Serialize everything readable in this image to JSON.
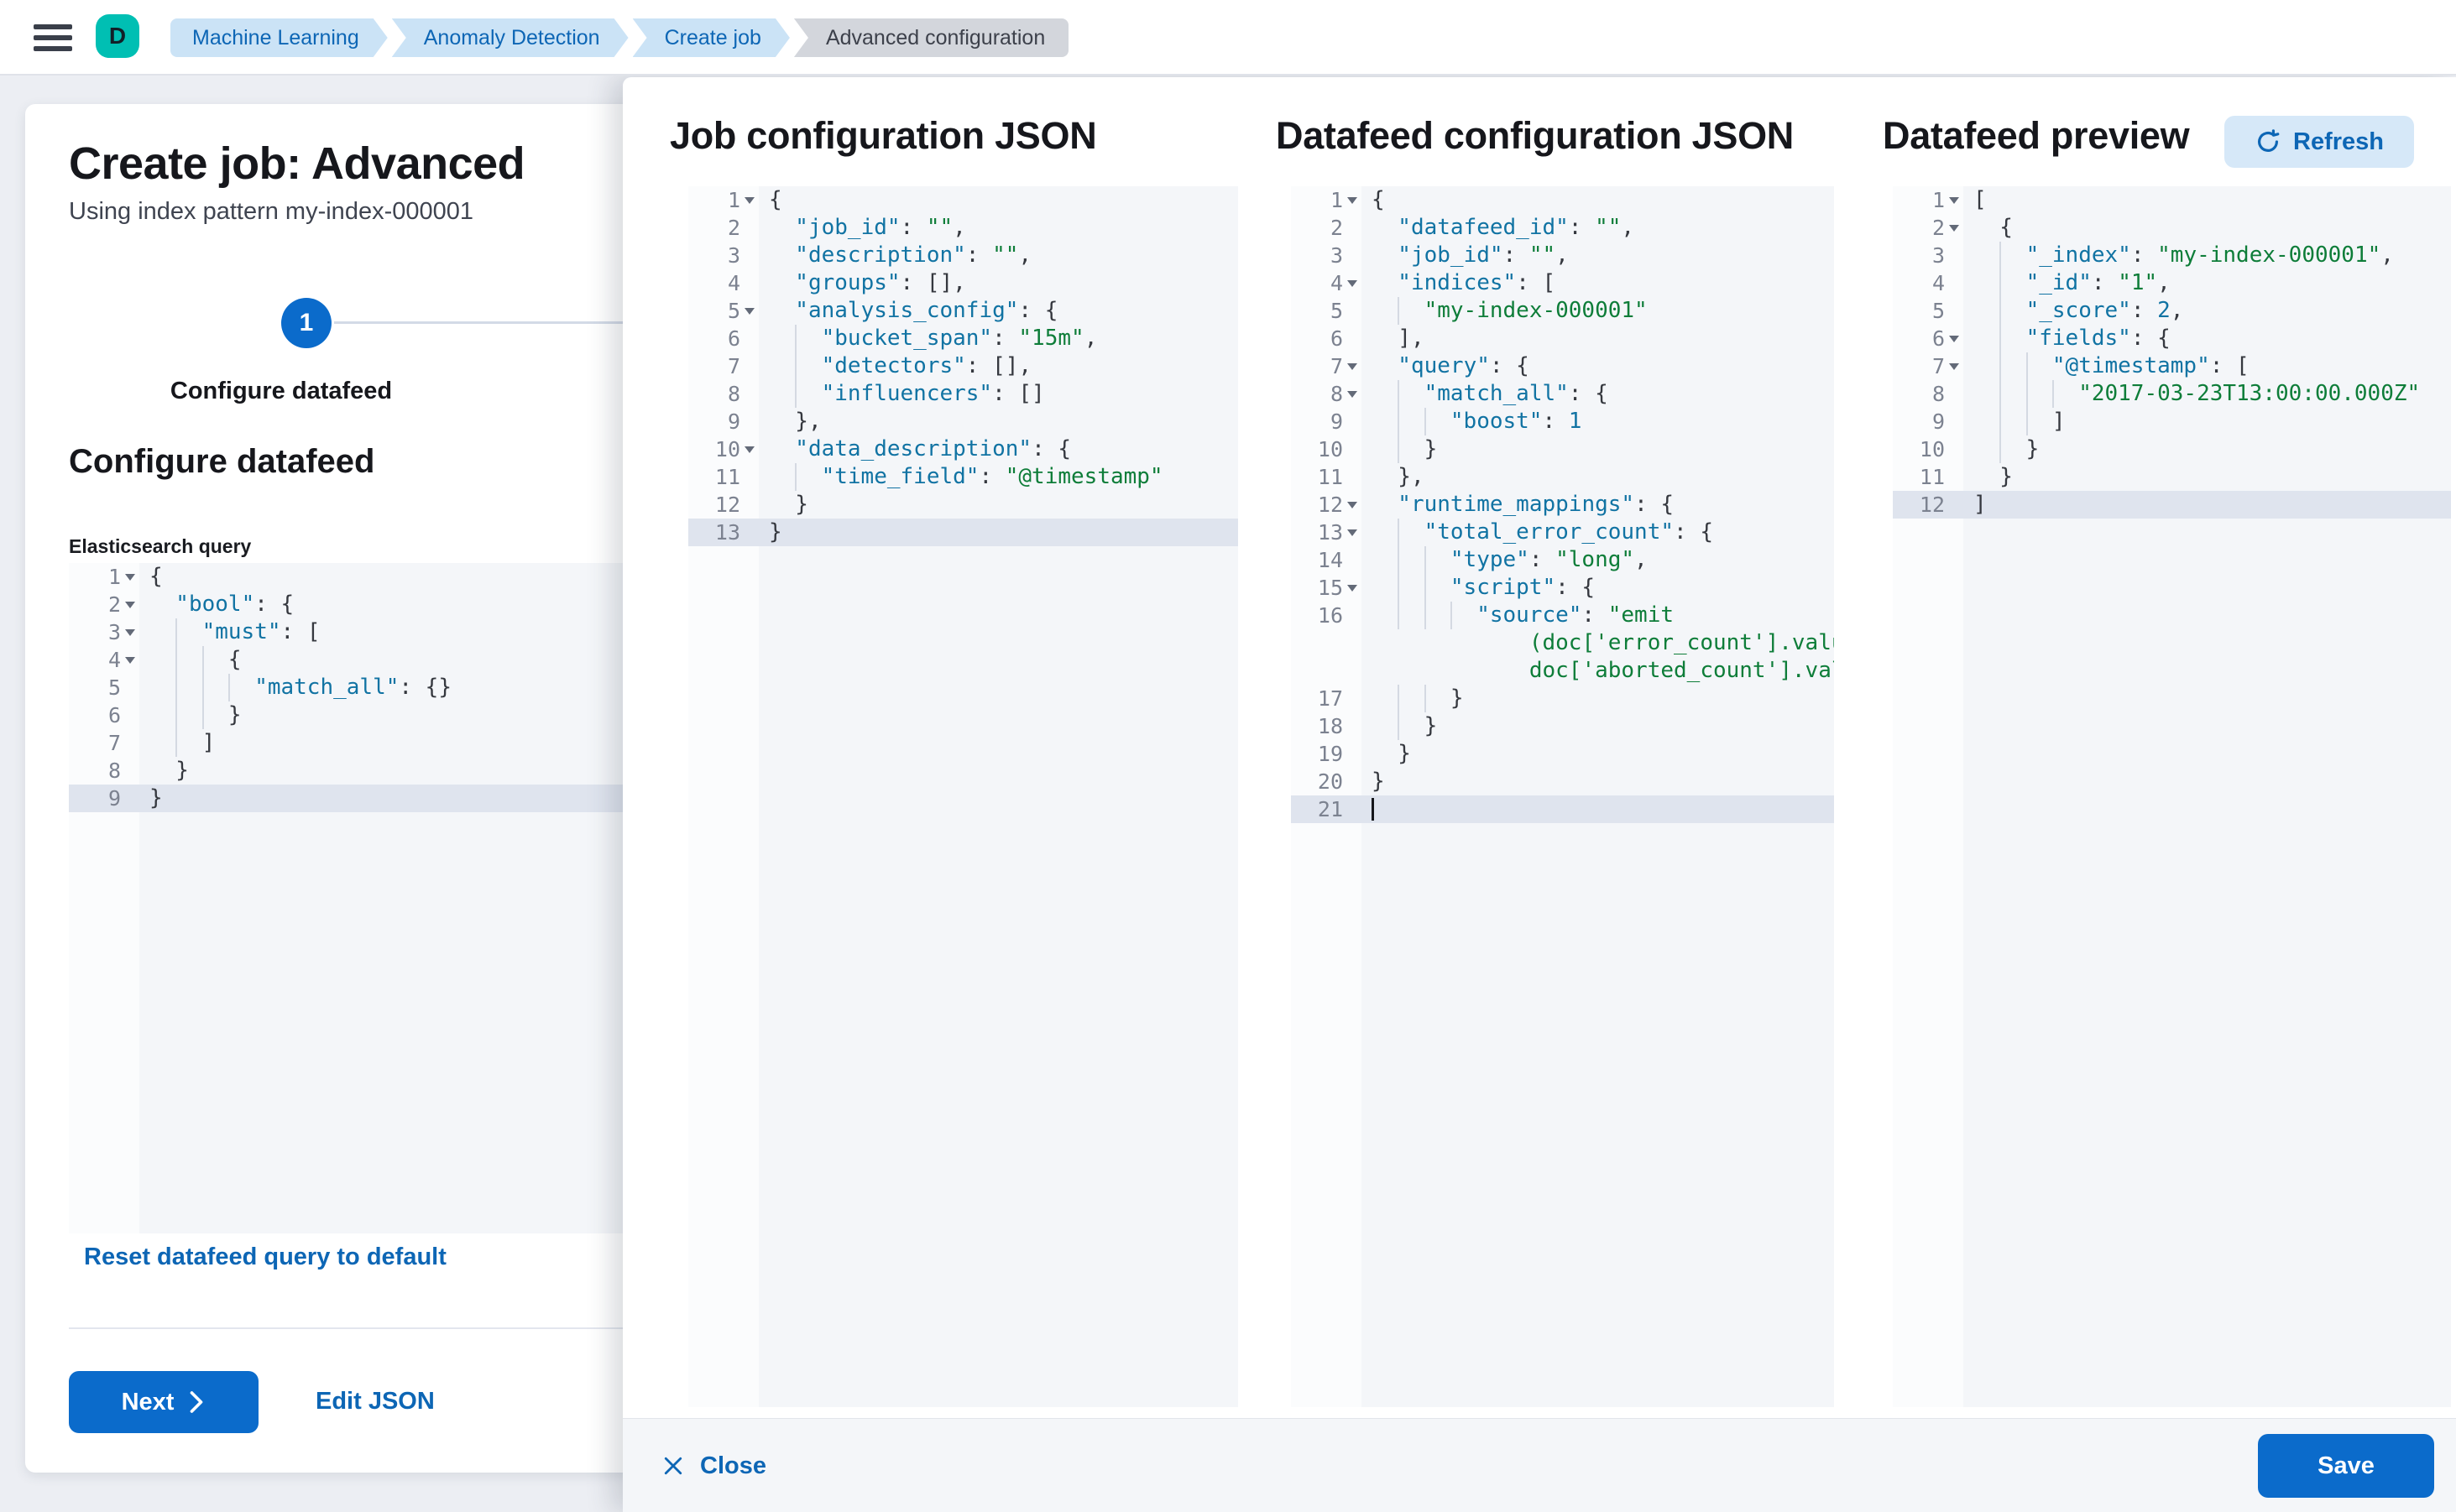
{
  "colors": {
    "primary_blue": "#0B6BCB",
    "link_blue": "#0D66B5",
    "breadcrumb_bg": "#CBE3F6",
    "breadcrumb_last_bg": "#D3D6DC",
    "avatar_teal": "#00BFB3",
    "code_key": "#1173A3",
    "code_string": "#0E7D39",
    "code_bg": "#F4F6F9",
    "active_line_bg": "#DFE4EE"
  },
  "topbar": {
    "avatar_initial": "D",
    "breadcrumbs": [
      {
        "label": "Machine Learning",
        "current": false
      },
      {
        "label": "Anomaly Detection",
        "current": false
      },
      {
        "label": "Create job",
        "current": false
      },
      {
        "label": "Advanced configuration",
        "current": true
      }
    ]
  },
  "wizard": {
    "title": "Create job: Advanced",
    "subtitle": "Using index pattern my-index-000001",
    "step_number": "1",
    "step_label": "Configure datafeed",
    "section_heading": "Configure datafeed",
    "query_label": "Elasticsearch query",
    "reset_link": "Reset datafeed query to default",
    "next_label": "Next",
    "edit_json_label": "Edit JSON"
  },
  "flyout": {
    "job_title": "Job configuration JSON",
    "datafeed_title": "Datafeed configuration JSON",
    "preview_title": "Datafeed preview",
    "refresh_label": "Refresh",
    "close_label": "Close",
    "save_label": "Save"
  },
  "editors": {
    "query": {
      "lines": [
        {
          "n": 1,
          "fold": true,
          "k": 0,
          "t": [
            [
              "p",
              "{"
            ]
          ]
        },
        {
          "n": 2,
          "fold": true,
          "k": 1,
          "t": [
            [
              "k",
              "\"bool\""
            ],
            [
              "p",
              ": {"
            ]
          ]
        },
        {
          "n": 3,
          "fold": true,
          "k": 2,
          "t": [
            [
              "k",
              "\"must\""
            ],
            [
              "p",
              ": ["
            ]
          ]
        },
        {
          "n": 4,
          "fold": true,
          "k": 3,
          "t": [
            [
              "p",
              "{"
            ]
          ]
        },
        {
          "n": 5,
          "k": 4,
          "t": [
            [
              "k",
              "\"match_all\""
            ],
            [
              "p",
              ": {}"
            ]
          ]
        },
        {
          "n": 6,
          "k": 3,
          "t": [
            [
              "p",
              "}"
            ]
          ]
        },
        {
          "n": 7,
          "k": 2,
          "t": [
            [
              "p",
              "]"
            ]
          ]
        },
        {
          "n": 8,
          "k": 1,
          "t": [
            [
              "p",
              "}"
            ]
          ]
        },
        {
          "n": 9,
          "k": 0,
          "hl": true,
          "t": [
            [
              "p",
              "}"
            ]
          ]
        }
      ]
    },
    "job": {
      "lines": [
        {
          "n": 1,
          "fold": true,
          "k": 0,
          "t": [
            [
              "p",
              "{"
            ]
          ]
        },
        {
          "n": 2,
          "k": 1,
          "t": [
            [
              "k",
              "\"job_id\""
            ],
            [
              "p",
              ": "
            ],
            [
              "s",
              "\"\""
            ],
            [
              "p",
              ","
            ]
          ]
        },
        {
          "n": 3,
          "k": 1,
          "t": [
            [
              "k",
              "\"description\""
            ],
            [
              "p",
              ": "
            ],
            [
              "s",
              "\"\""
            ],
            [
              "p",
              ","
            ]
          ]
        },
        {
          "n": 4,
          "k": 1,
          "t": [
            [
              "k",
              "\"groups\""
            ],
            [
              "p",
              ": [],"
            ]
          ]
        },
        {
          "n": 5,
          "fold": true,
          "k": 1,
          "t": [
            [
              "k",
              "\"analysis_config\""
            ],
            [
              "p",
              ": {"
            ]
          ]
        },
        {
          "n": 6,
          "k": 2,
          "t": [
            [
              "k",
              "\"bucket_span\""
            ],
            [
              "p",
              ": "
            ],
            [
              "s",
              "\"15m\""
            ],
            [
              "p",
              ","
            ]
          ]
        },
        {
          "n": 7,
          "k": 2,
          "t": [
            [
              "k",
              "\"detectors\""
            ],
            [
              "p",
              ": [],"
            ]
          ]
        },
        {
          "n": 8,
          "k": 2,
          "t": [
            [
              "k",
              "\"influencers\""
            ],
            [
              "p",
              ": []"
            ]
          ]
        },
        {
          "n": 9,
          "k": 1,
          "t": [
            [
              "p",
              "},"
            ]
          ]
        },
        {
          "n": 10,
          "fold": true,
          "k": 1,
          "t": [
            [
              "k",
              "\"data_description\""
            ],
            [
              "p",
              ": {"
            ]
          ]
        },
        {
          "n": 11,
          "k": 2,
          "t": [
            [
              "k",
              "\"time_field\""
            ],
            [
              "p",
              ": "
            ],
            [
              "s",
              "\"@timestamp\""
            ]
          ]
        },
        {
          "n": 12,
          "k": 1,
          "t": [
            [
              "p",
              "}"
            ]
          ]
        },
        {
          "n": 13,
          "k": 0,
          "hl": true,
          "t": [
            [
              "p",
              "}"
            ]
          ]
        }
      ]
    },
    "datafeed": {
      "lines": [
        {
          "n": 1,
          "fold": true,
          "k": 0,
          "t": [
            [
              "p",
              "{"
            ]
          ]
        },
        {
          "n": 2,
          "k": 1,
          "t": [
            [
              "k",
              "\"datafeed_id\""
            ],
            [
              "p",
              ": "
            ],
            [
              "s",
              "\"\""
            ],
            [
              "p",
              ","
            ]
          ]
        },
        {
          "n": 3,
          "k": 1,
          "t": [
            [
              "k",
              "\"job_id\""
            ],
            [
              "p",
              ": "
            ],
            [
              "s",
              "\"\""
            ],
            [
              "p",
              ","
            ]
          ]
        },
        {
          "n": 4,
          "fold": true,
          "k": 1,
          "t": [
            [
              "k",
              "\"indices\""
            ],
            [
              "p",
              ": ["
            ]
          ]
        },
        {
          "n": 5,
          "k": 2,
          "t": [
            [
              "s",
              "\"my-index-000001\""
            ]
          ]
        },
        {
          "n": 6,
          "k": 1,
          "t": [
            [
              "p",
              "],"
            ]
          ]
        },
        {
          "n": 7,
          "fold": true,
          "k": 1,
          "t": [
            [
              "k",
              "\"query\""
            ],
            [
              "p",
              ": {"
            ]
          ]
        },
        {
          "n": 8,
          "fold": true,
          "k": 2,
          "t": [
            [
              "k",
              "\"match_all\""
            ],
            [
              "p",
              ": {"
            ]
          ]
        },
        {
          "n": 9,
          "k": 3,
          "t": [
            [
              "k",
              "\"boost\""
            ],
            [
              "p",
              ": "
            ],
            [
              "n",
              "1"
            ]
          ]
        },
        {
          "n": 10,
          "k": 2,
          "t": [
            [
              "p",
              "}"
            ]
          ]
        },
        {
          "n": 11,
          "k": 1,
          "t": [
            [
              "p",
              "},"
            ]
          ]
        },
        {
          "n": 12,
          "fold": true,
          "k": 1,
          "t": [
            [
              "k",
              "\"runtime_mappings\""
            ],
            [
              "p",
              ": {"
            ]
          ]
        },
        {
          "n": 13,
          "fold": true,
          "k": 2,
          "t": [
            [
              "k",
              "\"total_error_count\""
            ],
            [
              "p",
              ": {"
            ]
          ]
        },
        {
          "n": 14,
          "k": 3,
          "t": [
            [
              "k",
              "\"type\""
            ],
            [
              "p",
              ": "
            ],
            [
              "s",
              "\"long\""
            ],
            [
              "p",
              ","
            ]
          ]
        },
        {
          "n": 15,
          "fold": true,
          "k": 3,
          "t": [
            [
              "k",
              "\"script\""
            ],
            [
              "p",
              ": {"
            ]
          ]
        },
        {
          "n": 16,
          "k": 4,
          "t": [
            [
              "k",
              "\"source\""
            ],
            [
              "p",
              ": "
            ],
            [
              "s",
              "\"emit"
            ]
          ]
        },
        {
          "n": null,
          "pad": 12,
          "t": [
            [
              "s",
              "(doc['error_count'].value +"
            ]
          ]
        },
        {
          "n": null,
          "pad": 12,
          "t": [
            [
              "s",
              "doc['aborted_count'].value)\""
            ]
          ]
        },
        {
          "n": 17,
          "k": 3,
          "t": [
            [
              "p",
              "}"
            ]
          ]
        },
        {
          "n": 18,
          "k": 2,
          "t": [
            [
              "p",
              "}"
            ]
          ]
        },
        {
          "n": 19,
          "k": 1,
          "t": [
            [
              "p",
              "}"
            ]
          ]
        },
        {
          "n": 20,
          "k": 0,
          "t": [
            [
              "p",
              "}"
            ]
          ]
        },
        {
          "n": 21,
          "k": 0,
          "hl": true,
          "cur": true,
          "t": []
        }
      ]
    },
    "preview": {
      "lines": [
        {
          "n": 1,
          "fold": true,
          "k": 0,
          "t": [
            [
              "p",
              "["
            ]
          ]
        },
        {
          "n": 2,
          "fold": true,
          "k": 1,
          "t": [
            [
              "p",
              "{"
            ]
          ]
        },
        {
          "n": 3,
          "k": 2,
          "t": [
            [
              "k",
              "\"_index\""
            ],
            [
              "p",
              ": "
            ],
            [
              "s",
              "\"my-index-000001\""
            ],
            [
              "p",
              ","
            ]
          ]
        },
        {
          "n": 4,
          "k": 2,
          "t": [
            [
              "k",
              "\"_id\""
            ],
            [
              "p",
              ": "
            ],
            [
              "s",
              "\"1\""
            ],
            [
              "p",
              ","
            ]
          ]
        },
        {
          "n": 5,
          "k": 2,
          "t": [
            [
              "k",
              "\"_score\""
            ],
            [
              "p",
              ": "
            ],
            [
              "n",
              "2"
            ],
            [
              "p",
              ","
            ]
          ]
        },
        {
          "n": 6,
          "fold": true,
          "k": 2,
          "t": [
            [
              "k",
              "\"fields\""
            ],
            [
              "p",
              ": {"
            ]
          ]
        },
        {
          "n": 7,
          "fold": true,
          "k": 3,
          "t": [
            [
              "k",
              "\"@timestamp\""
            ],
            [
              "p",
              ": ["
            ]
          ]
        },
        {
          "n": 8,
          "k": 4,
          "t": [
            [
              "s",
              "\"2017-03-23T13:00:00.000Z\""
            ]
          ]
        },
        {
          "n": 9,
          "k": 3,
          "t": [
            [
              "p",
              "]"
            ]
          ]
        },
        {
          "n": 10,
          "k": 2,
          "t": [
            [
              "p",
              "}"
            ]
          ]
        },
        {
          "n": 11,
          "k": 1,
          "t": [
            [
              "p",
              "}"
            ]
          ]
        },
        {
          "n": 12,
          "k": 0,
          "hl": true,
          "t": [
            [
              "p",
              "]"
            ]
          ]
        }
      ]
    }
  }
}
